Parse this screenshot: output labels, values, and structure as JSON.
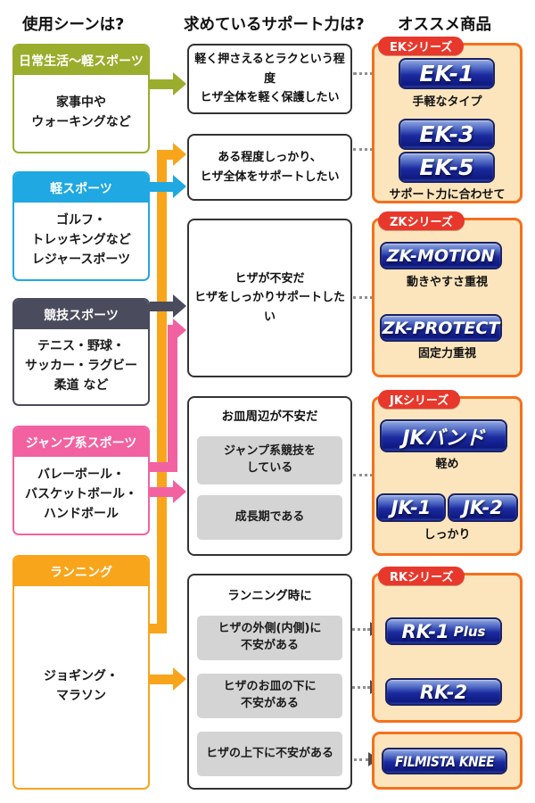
{
  "titles": {
    "scene": "使用シーンは?",
    "support": "求めているサポート力は?",
    "product": "オススメ商品"
  },
  "scenes": [
    {
      "label": "日常生活〜軽スポーツ",
      "detail": "家事中や\nウォーキングなど"
    },
    {
      "label": "軽スポーツ",
      "detail": "ゴルフ・\nトレッキングなど\nレジャースポーツ"
    },
    {
      "label": "競技スポーツ",
      "detail": "テニス・野球・\nサッカー・ラグビー\n柔道 など"
    },
    {
      "label": "ジャンプ系スポーツ",
      "detail": "バレーボール・\nバスケットボール・\nハンドボール"
    },
    {
      "label": "ランニング",
      "detail": "ジョギング・\nマラソン"
    }
  ],
  "supports": [
    {
      "text": "軽く押さえるとラクという程度\nヒザ全体を軽く保護したい"
    },
    {
      "text": "ある程度しっかり、\nヒザ全体をサポートしたい"
    },
    {
      "text": "ヒザが不安だ\nヒザをしっかりサポートしたい"
    },
    {
      "title": "お皿周辺が不安だ",
      "options": [
        "ジャンプ系競技を\nしている",
        "成長期である"
      ]
    },
    {
      "title": "ランニング時に",
      "options": [
        "ヒザの外側(内側)に\n不安がある",
        "ヒザのお皿の下に\n不安がある",
        "ヒザの上下に不安がある"
      ]
    }
  ],
  "series": [
    {
      "badge": "EKシリーズ",
      "products": [
        {
          "name": "EK-1",
          "caption": "手軽なタイプ"
        },
        {
          "name": "EK-3"
        },
        {
          "name": "EK-5",
          "caption": "サポート力に合わせて"
        }
      ]
    },
    {
      "badge": "ZKシリーズ",
      "products": [
        {
          "name": "ZK-MOTION",
          "caption": "動きやすさ重視"
        },
        {
          "name": "ZK-PROTECT",
          "caption": "固定力重視"
        }
      ]
    },
    {
      "badge": "JKシリーズ",
      "products": [
        {
          "name": "JKバンド",
          "caption": "軽め"
        },
        {
          "name": "JK-1"
        },
        {
          "name": "JK-2",
          "caption": "しっかり"
        }
      ]
    },
    {
      "badge": "RKシリーズ",
      "products": [
        {
          "name": "RK-1",
          "suffix": "Plus"
        },
        {
          "name": "RK-2"
        }
      ]
    },
    {
      "products": [
        {
          "name": "FILMISTA KNEE"
        }
      ]
    }
  ],
  "colors": {
    "daily_light_sports": "#9aad2c",
    "light_sports": "#1fa8e1",
    "competitive_sports": "#4b4b5e",
    "jump_sports": "#f262a0",
    "running": "#f9a51b",
    "series_border": "#f4711d",
    "series_background": "#fce5bc",
    "badge_red": "#e8382c",
    "product_button_blue": "#1b2a9e",
    "option_gray": "#d4d4d4"
  }
}
